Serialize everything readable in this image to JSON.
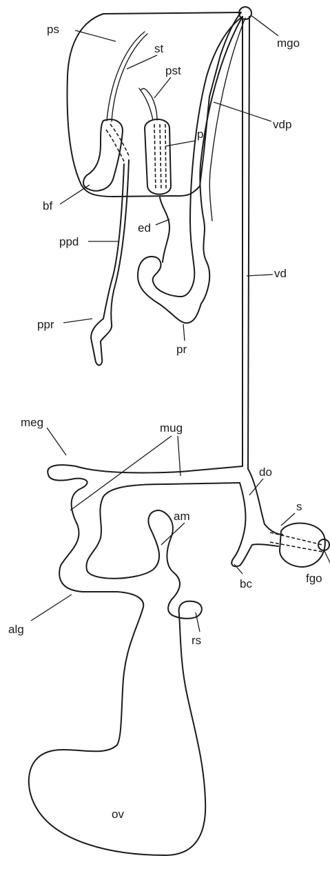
{
  "labels": {
    "ps": "ps",
    "st": "st",
    "pst": "pst",
    "mgo": "mgo",
    "p": "p",
    "vdp": "vdp",
    "bf": "bf",
    "ed": "ed",
    "ppd": "ppd",
    "vd": "vd",
    "ppr": "ppr",
    "pr": "pr",
    "meg": "meg",
    "mug": "mug",
    "do": "do",
    "s": "s",
    "am": "am",
    "fgo": "fgo",
    "bc": "bc",
    "alg": "alg",
    "rs": "rs",
    "ov": "ov"
  },
  "colors": {
    "line": "#1a1a1a",
    "background": "#ffffff"
  }
}
